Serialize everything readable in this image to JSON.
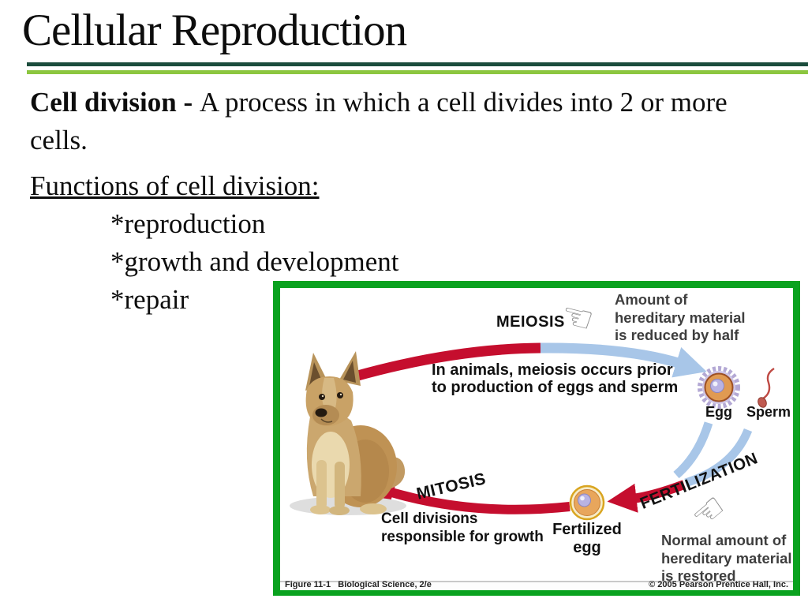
{
  "slide": {
    "title": "Cellular Reproduction",
    "definition_term": "Cell division - ",
    "definition_rest": "A process in which a cell divides into 2 or more cells.",
    "functions_heading": "Functions of cell division:",
    "functions": [
      "*reproduction",
      "*growth and development",
      "*repair"
    ],
    "rule_colors": {
      "dark_green": "#1b4c3c",
      "light_green": "#8cc63f"
    }
  },
  "figure": {
    "meiosis_label": "MEIOSIS",
    "meiosis_annotation": "Amount of\nhereditary material\nis reduced by half",
    "meiosis_caption": "In animals, meiosis occurs prior\nto production of eggs and sperm",
    "egg_label": "Egg",
    "sperm_label": "Sperm",
    "fertilization_label": "FERTILIZATION",
    "fertilization_annotation": "Normal amount of\nhereditary material\nis restored",
    "mitosis_label": "MITOSIS",
    "mitosis_caption": "Cell divisions\nresponsible for growth",
    "fertilized_egg_label": "Fertilized\negg",
    "figure_credit": "Figure 11-1   Biological Science, 2/e",
    "copyright": "© 2005 Pearson Prentice Hall, Inc.",
    "icons": {
      "pointing_hand": "☜"
    },
    "colors": {
      "border_green": "#0aa21f",
      "arc_red": "#c50e2e",
      "arc_blue": "#a8c6e8",
      "annotation_gray": "#3e3e3e"
    }
  }
}
